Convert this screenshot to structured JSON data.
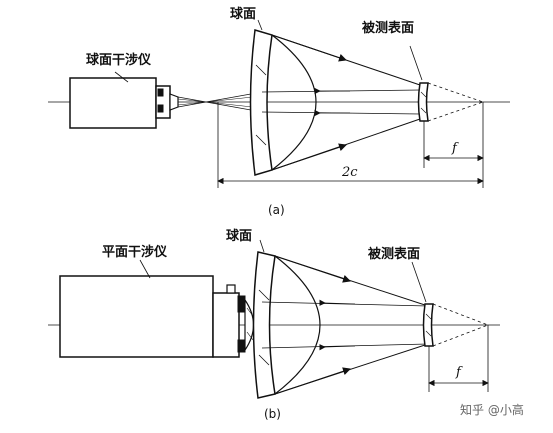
{
  "diagram_a": {
    "interferometer_label": "球面干涉仪",
    "sphere_label": "球面",
    "surface_label": "被测表面",
    "focal_label": "f",
    "distance_label": "2c",
    "caption": "(a)"
  },
  "diagram_b": {
    "interferometer_label": "平面干涉仪",
    "sphere_label": "球面",
    "surface_label": "被测表面",
    "focal_label": "f",
    "caption": "(b)"
  },
  "watermark": "知乎 @小高"
}
